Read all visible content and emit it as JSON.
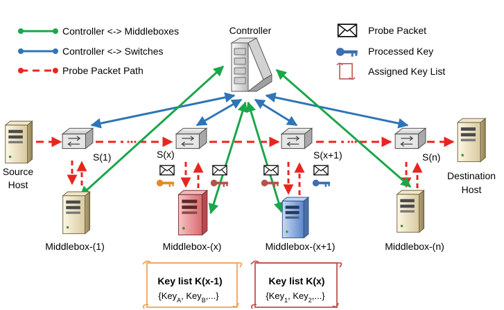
{
  "legend": {
    "controller_middleboxes": "Controller <-> Middleboxes",
    "controller_switches": "Controller <-> Switches",
    "probe_packet_path": "Probe Packet Path",
    "probe_packet": "Probe Packet",
    "processed_key": "Processed Key",
    "assigned_key_list": "Assigned Key List"
  },
  "nodes": {
    "controller": "Controller",
    "source_host": [
      "Source",
      "Host"
    ],
    "destination_host": [
      "Destination",
      "Host"
    ],
    "switches": [
      "S(1)",
      "S(x)",
      "S(x+1)",
      "S(n)"
    ],
    "middleboxes": [
      "Middlebox-(1)",
      "Middlebox-(x)",
      "Middlebox-(x+1)",
      "Middlebox-(n)"
    ]
  },
  "key_lists": {
    "left": {
      "title": "Key list K(x-1)",
      "open": "{Key",
      "sub_a": "A",
      "sep": ", Key",
      "sub_b": "B",
      "close": ",...}"
    },
    "right": {
      "title": "Key list K(x)",
      "open": "{Key",
      "sub_a": "1",
      "sep": ", Key",
      "sub_b": "2",
      "close": ",...}"
    }
  },
  "icons": {
    "controller": "server-rack-icon",
    "switch": "network-switch-icon",
    "host": "server-tower-icon",
    "probe_packet": "envelope-icon",
    "key": "key-icon",
    "key_list": "scroll-icon"
  },
  "colors": {
    "green": "#1aa64a",
    "blue": "#2e75b6",
    "red": "#e8251f",
    "key_orange": "#e08a2e",
    "key_red": "#b5524a",
    "key_blue": "#3d6fb0",
    "scroll_orange": "#f4a259",
    "scroll_red": "#c0504d",
    "middlebox_red": "#e8888b",
    "middlebox_blue": "#7ea6e0"
  }
}
